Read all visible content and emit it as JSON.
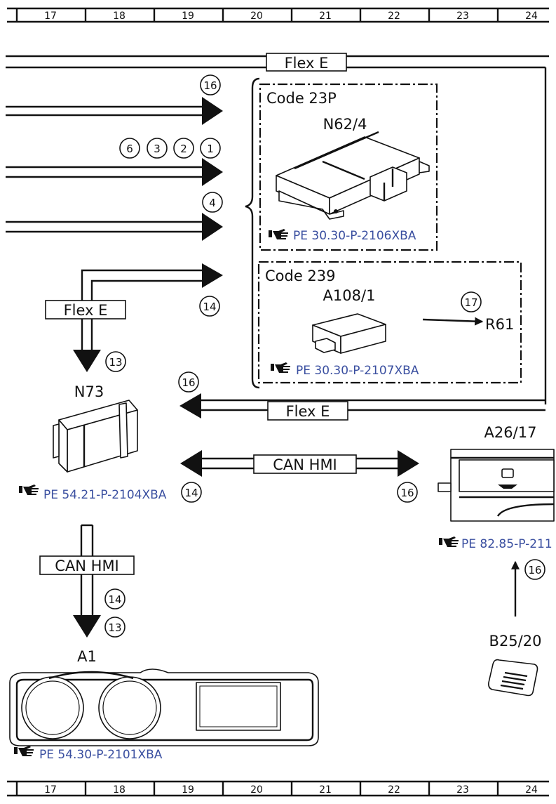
{
  "ruler": {
    "columns": [
      "17",
      "18",
      "19",
      "20",
      "21",
      "22",
      "23",
      "24"
    ]
  },
  "bus": {
    "flex_e_top": "Flex E",
    "flex_e_left": "Flex E",
    "flex_e_mid": "Flex E",
    "can_hmi_mid": "CAN HMI",
    "can_hmi_left": "CAN HMI"
  },
  "markers": {
    "m16_top": "16",
    "m6": "6",
    "m3": "3",
    "m2": "2",
    "m1": "1",
    "m4": "4",
    "m14_a": "14",
    "m13_a": "13",
    "m17": "17",
    "m16_b": "16",
    "m14_b": "14",
    "m16_c": "16",
    "m16_d": "16",
    "m14_c": "14",
    "m13_b": "13"
  },
  "components": {
    "code23p": {
      "title": "Code 23P",
      "id": "N62/4",
      "ref": "PE 30.30-P-2106XBA"
    },
    "code239": {
      "title": "Code 239",
      "id": "A108/1",
      "ref": "PE 30.30-P-2107XBA",
      "target": "R61"
    },
    "n73": {
      "id": "N73",
      "ref": "PE 54.21-P-2104XBA"
    },
    "a26": {
      "id": "A26/17",
      "ref": "PE 82.85-P-211"
    },
    "b25": {
      "id": "B25/20"
    },
    "a1": {
      "id": "A1",
      "ref": "PE 54.30-P-2101XBA"
    }
  },
  "colors": {
    "reference_link": "#3a4fa0",
    "line": "#111111"
  }
}
